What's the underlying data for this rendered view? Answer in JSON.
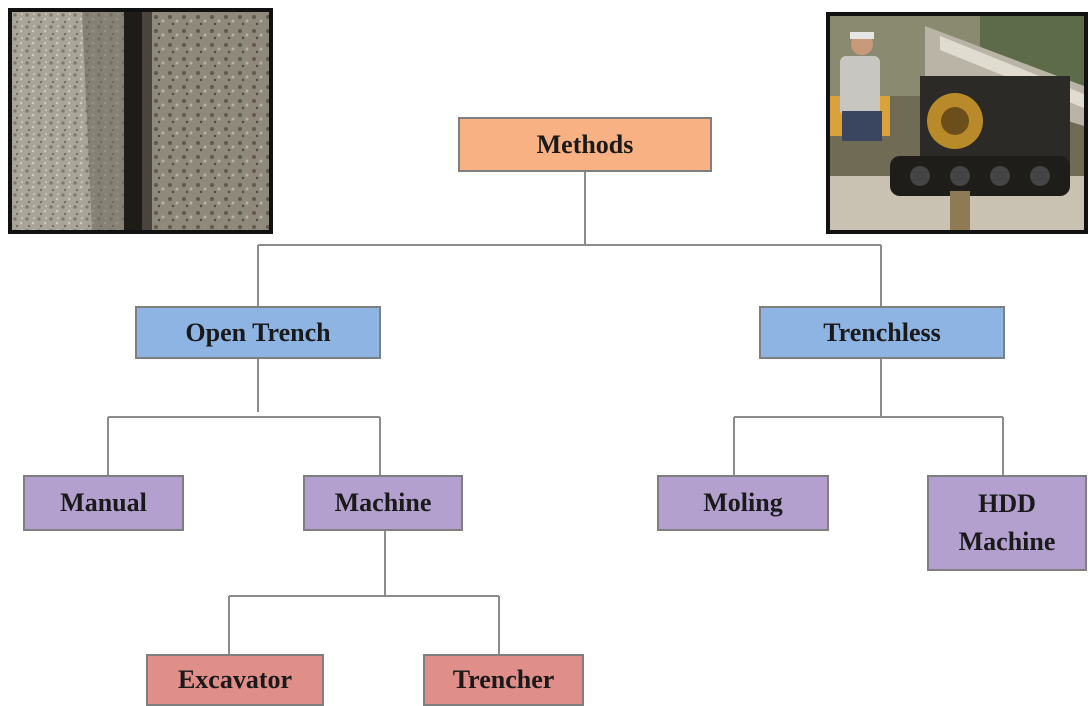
{
  "diagram": {
    "root": "Methods",
    "open_trench": "Open Trench",
    "trenchless": "Trenchless",
    "manual": "Manual",
    "machine": "Machine",
    "moling": "Moling",
    "hdd_line1": "HDD",
    "hdd_line2": "Machine",
    "excavator": "Excavator",
    "trencher": "Trencher"
  },
  "colors": {
    "root": "#f8b183",
    "level1": "#8db4e2",
    "level2": "#b4a0cf",
    "level3": "#df8e8a",
    "connector": "#8c8c8c"
  },
  "photos": {
    "left": "open-trench-photo",
    "right": "hdd-machine-photo"
  }
}
